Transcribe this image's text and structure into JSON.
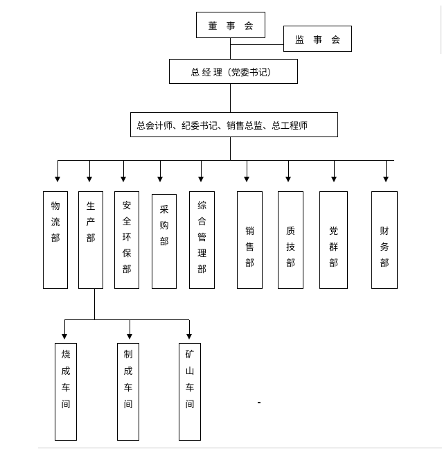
{
  "org_chart": {
    "type": "org-chart",
    "board": {
      "label": "董　事　会"
    },
    "supervisory": {
      "label": "监　事　会"
    },
    "general_manager": {
      "label": "总 经 理（党委书记）"
    },
    "staff_bar": {
      "label": "总会计师、纪委书记、销售总监、总工程师"
    },
    "departments": [
      {
        "label": "物流部"
      },
      {
        "label": "生产部"
      },
      {
        "label": "安全环保部"
      },
      {
        "label": "采购部"
      },
      {
        "label": "综合管理部"
      },
      {
        "label": "销售部"
      },
      {
        "label": "质技部"
      },
      {
        "label": "党群部"
      },
      {
        "label": "财务部"
      }
    ],
    "workshops_parent": "生产部",
    "workshops": [
      {
        "label": "烧成车间"
      },
      {
        "label": "制成车间"
      },
      {
        "label": "矿山车间"
      }
    ],
    "stray_mark": "·",
    "colors": {
      "line": "#000000",
      "background": "#ffffff",
      "page_edge": "#c9c9c9"
    }
  }
}
